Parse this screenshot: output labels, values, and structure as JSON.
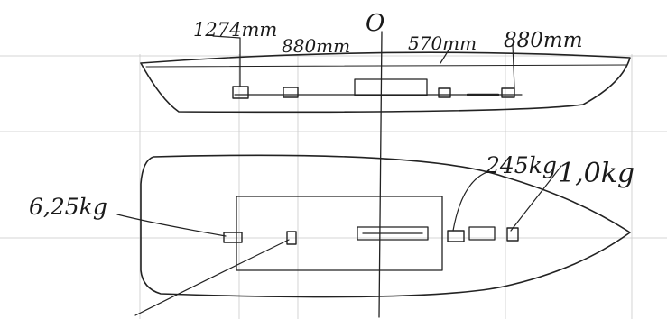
{
  "sketch": {
    "origin_label": "O",
    "side_view": {
      "labels": [
        {
          "id": "dim-1274",
          "text": "1274mm"
        },
        {
          "id": "dim-880-left",
          "text": "880mm"
        },
        {
          "id": "dim-570",
          "text": "570mm"
        },
        {
          "id": "dim-880-right",
          "text": "880mm"
        }
      ]
    },
    "top_view": {
      "labels": [
        {
          "id": "mass-625",
          "text": "6,25kg"
        },
        {
          "id": "mass-245",
          "text": "245kg"
        },
        {
          "id": "mass-10",
          "text": "1,0kg"
        }
      ]
    }
  },
  "colors": {
    "ink": "#222222",
    "grid": "#c9c9c9",
    "paper": "#ffffff"
  }
}
